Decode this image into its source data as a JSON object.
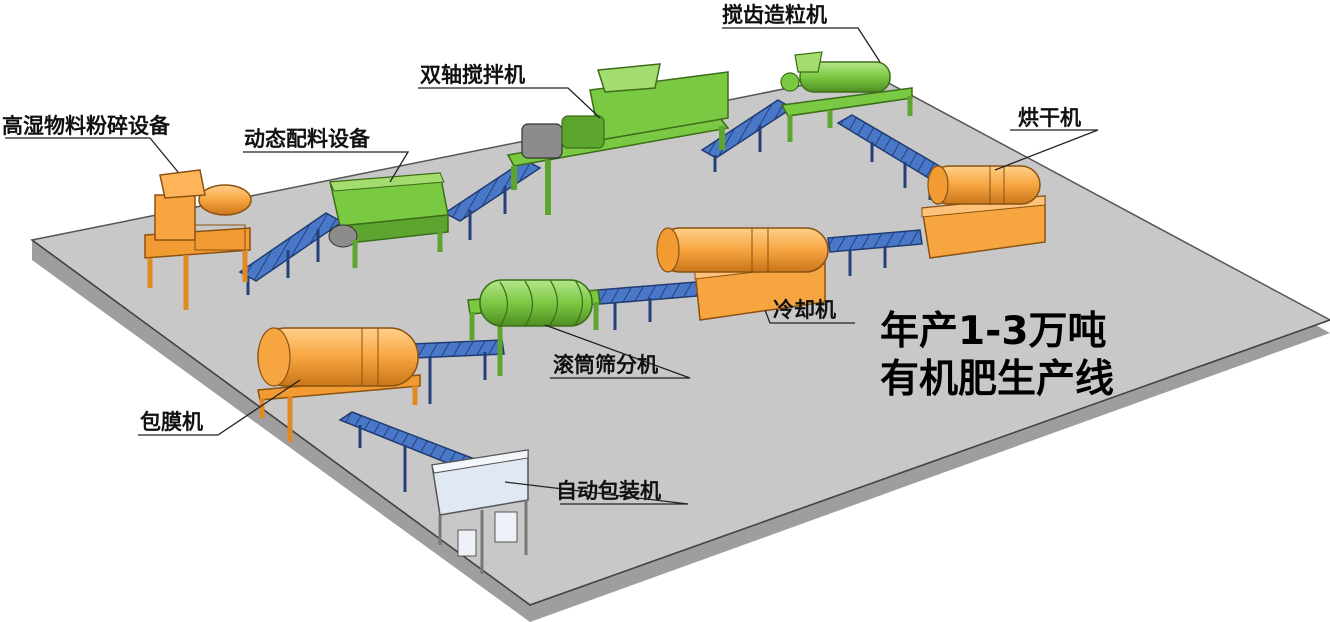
{
  "title": {
    "line1": "年产1-3万吨",
    "line2": "有机肥生产线"
  },
  "machines": [
    {
      "id": "crusher",
      "label": "高湿物料粉碎设备"
    },
    {
      "id": "batching",
      "label": "动态配料设备"
    },
    {
      "id": "mixer",
      "label": "双轴搅拌机"
    },
    {
      "id": "granulator",
      "label": "搅齿造粒机"
    },
    {
      "id": "dryer",
      "label": "烘干机"
    },
    {
      "id": "cooler",
      "label": "冷却机"
    },
    {
      "id": "screener",
      "label": "滚筒筛分机"
    },
    {
      "id": "coater",
      "label": "包膜机"
    },
    {
      "id": "packer",
      "label": "自动包装机"
    }
  ],
  "colors": {
    "floor": "#c8c8c8",
    "floor_edge": "#9e9e9e",
    "green_machine": "#7ac943",
    "orange_machine": "#f7a541",
    "conveyor": "#4a78c8",
    "packer": "#dfe8f3"
  }
}
